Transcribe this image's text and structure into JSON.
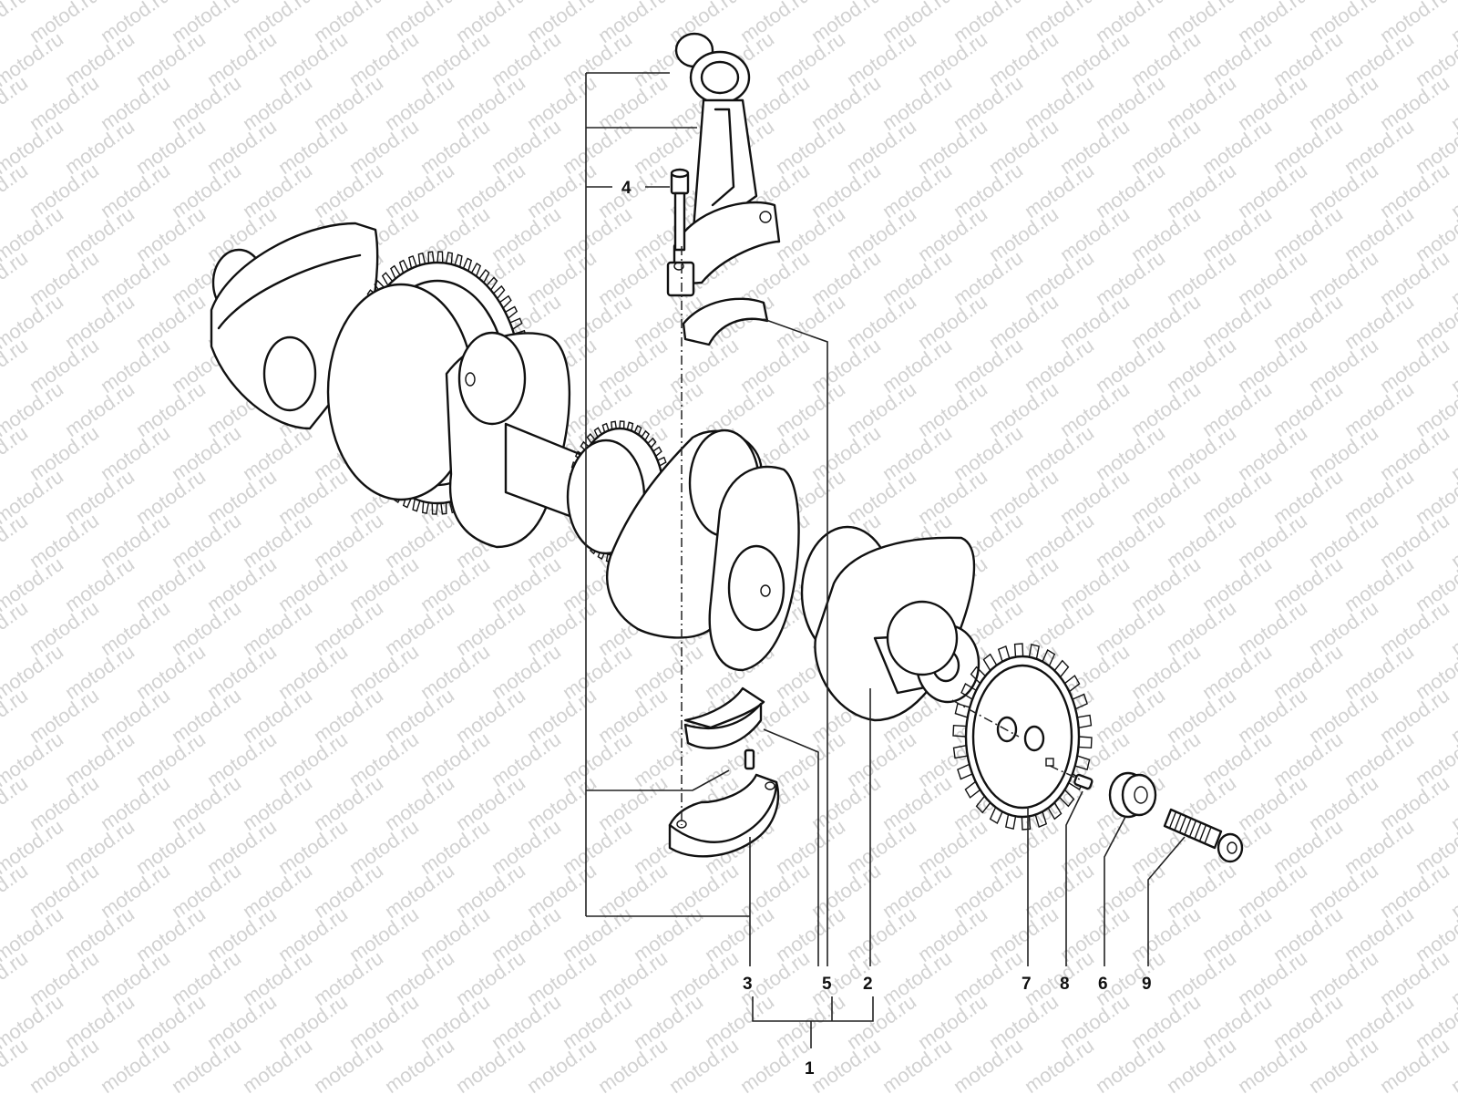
{
  "watermark": {
    "text": "motod.ru",
    "color": "#d2d2d2"
  },
  "callouts": [
    {
      "id": "1",
      "label": "1"
    },
    {
      "id": "2",
      "label": "2"
    },
    {
      "id": "3",
      "label": "3"
    },
    {
      "id": "4",
      "label": "4"
    },
    {
      "id": "5",
      "label": "5"
    },
    {
      "id": "6",
      "label": "6"
    },
    {
      "id": "7",
      "label": "7"
    },
    {
      "id": "8",
      "label": "8"
    },
    {
      "id": "9",
      "label": "9"
    }
  ]
}
